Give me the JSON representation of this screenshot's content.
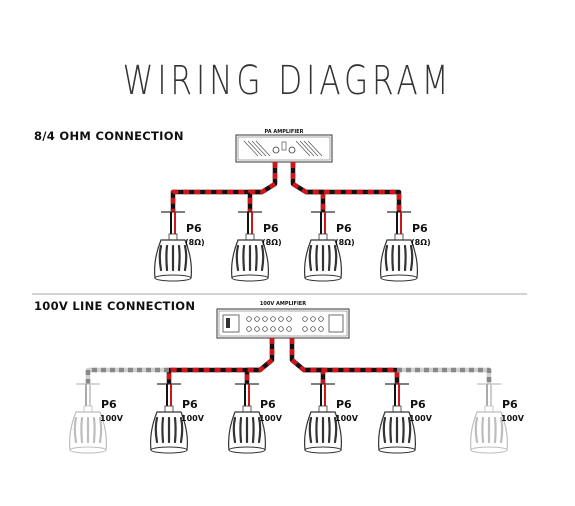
{
  "title": "WIRING DIAGRAM",
  "sections": [
    {
      "heading": "8/4 OHM CONNECTION",
      "amplifier_label": "PA AMPLIFIER",
      "speakers": [
        {
          "model": "P6",
          "rating": "(8Ω)",
          "faded": false
        },
        {
          "model": "P6",
          "rating": "(8Ω)",
          "faded": false
        },
        {
          "model": "P6",
          "rating": "(8Ω)",
          "faded": false
        },
        {
          "model": "P6",
          "rating": "(8Ω)",
          "faded": false
        }
      ]
    },
    {
      "heading": "100V LINE CONNECTION",
      "amplifier_label": "100V AMPLIFIER",
      "speakers": [
        {
          "model": "P6",
          "rating": "100V",
          "faded": true
        },
        {
          "model": "P6",
          "rating": "100V",
          "faded": false
        },
        {
          "model": "P6",
          "rating": "100V",
          "faded": false
        },
        {
          "model": "P6",
          "rating": "100V",
          "faded": false
        },
        {
          "model": "P6",
          "rating": "100V",
          "faded": false
        },
        {
          "model": "P6",
          "rating": "100V",
          "faded": true
        }
      ]
    }
  ],
  "colors": {
    "wire_red": "#d0151b",
    "wire_black": "#111111",
    "faded": "#bdbdbd"
  }
}
